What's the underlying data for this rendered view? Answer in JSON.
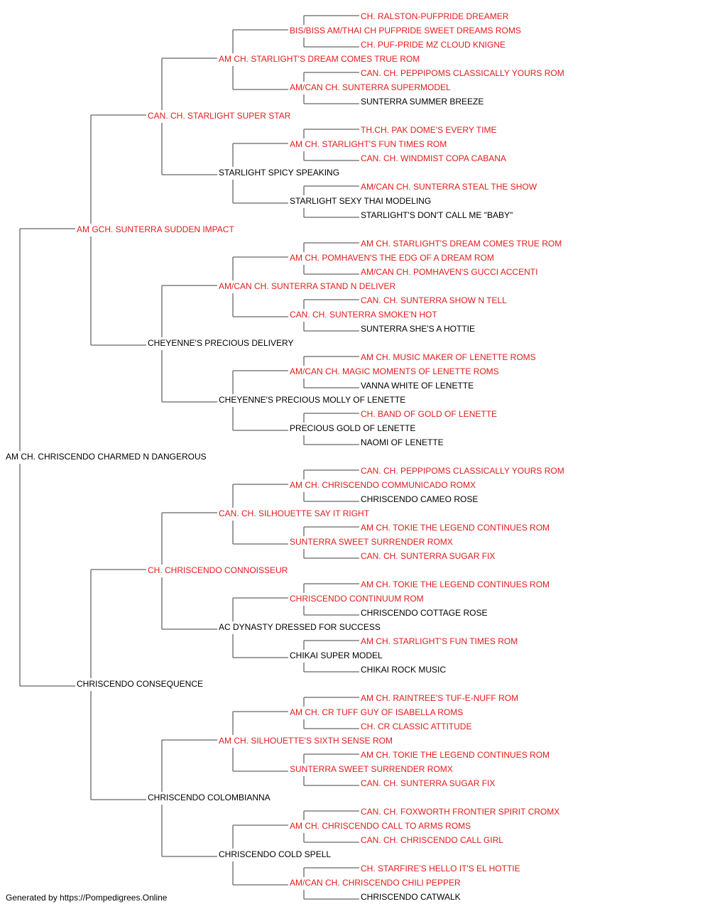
{
  "colors": {
    "champion": "#e31c1c",
    "regular": "#000000",
    "lines": "#666666"
  },
  "footer": "Generated by https://Pompedigrees.Online",
  "pedigree": [
    {
      "name": "AM CH. CHRISCENDO CHARMED N DANGEROUS",
      "champion": false
    },
    {
      "name": "AM GCH. SUNTERRA SUDDEN IMPACT",
      "champion": true
    },
    {
      "name": "CHRISCENDO CONSEQUENCE",
      "champion": false
    },
    {
      "name": "CAN. CH. STARLIGHT SUPER STAR",
      "champion": true
    },
    {
      "name": "CHEYENNE'S PRECIOUS DELIVERY",
      "champion": false
    },
    {
      "name": "CH. CHRISCENDO CONNOISSEUR",
      "champion": true
    },
    {
      "name": "CHRISCENDO COLOMBIANNA",
      "champion": false
    },
    {
      "name": "AM CH. STARLIGHT'S DREAM COMES TRUE ROM",
      "champion": true
    },
    {
      "name": "STARLIGHT SPICY SPEAKING",
      "champion": false
    },
    {
      "name": "AM/CAN CH. SUNTERRA STAND N DELIVER",
      "champion": true
    },
    {
      "name": "CHEYENNE'S PRECIOUS MOLLY OF LENETTE",
      "champion": false
    },
    {
      "name": "CAN. CH. SILHOUETTE SAY IT RIGHT",
      "champion": true
    },
    {
      "name": "AC DYNASTY DRESSED FOR SUCCESS",
      "champion": false
    },
    {
      "name": "AM CH. SILHOUETTE'S SIXTH SENSE ROM",
      "champion": true
    },
    {
      "name": "CHRISCENDO COLD SPELL",
      "champion": false
    },
    {
      "name": "BIS/BISS AM/THAI CH PUFPRIDE SWEET DREAMS ROMS",
      "champion": true
    },
    {
      "name": "AM/CAN CH. SUNTERRA SUPERMODEL",
      "champion": true
    },
    {
      "name": "AM CH. STARLIGHT'S FUN TIMES ROM",
      "champion": true
    },
    {
      "name": "STARLIGHT SEXY THAI MODELING",
      "champion": false
    },
    {
      "name": "AM CH. POMHAVEN'S THE EDG OF A DREAM ROM",
      "champion": true
    },
    {
      "name": "CAN. CH. SUNTERRA SMOKE'N HOT",
      "champion": true
    },
    {
      "name": "AM/CAN CH. MAGIC MOMENTS OF LENETTE ROMS",
      "champion": true
    },
    {
      "name": "PRECIOUS GOLD OF LENETTE",
      "champion": false
    },
    {
      "name": "AM CH. CHRISCENDO COMMUNICADO ROMX",
      "champion": true
    },
    {
      "name": "SUNTERRA SWEET SURRENDER ROMX",
      "champion": true
    },
    {
      "name": "CHRISCENDO CONTINUUM ROM",
      "champion": true
    },
    {
      "name": "CHIKAI SUPER MODEL",
      "champion": false
    },
    {
      "name": "AM CH. CR TUFF GUY OF ISABELLA ROMS",
      "champion": true
    },
    {
      "name": "SUNTERRA SWEET SURRENDER ROMX",
      "champion": true
    },
    {
      "name": "AM CH. CHRISCENDO CALL TO ARMS ROMS",
      "champion": true
    },
    {
      "name": "AM/CAN CH. CHRISCENDO CHILI PEPPER",
      "champion": true
    },
    {
      "name": "CH. RALSTON-PUFPRIDE DREAMER",
      "champion": true
    },
    {
      "name": "CH. PUF-PRIDE MZ CLOUD KNIGNE",
      "champion": true
    },
    {
      "name": "CAN. CH. PEPPIPOMS CLASSICALLY YOURS ROM",
      "champion": true
    },
    {
      "name": "SUNTERRA SUMMER BREEZE",
      "champion": false
    },
    {
      "name": "TH.CH. PAK DOME'S EVERY TIME",
      "champion": true
    },
    {
      "name": "CAN. CH. WINDMIST COPA CABANA",
      "champion": true
    },
    {
      "name": "AM/CAN CH. SUNTERRA STEAL THE SHOW",
      "champion": true
    },
    {
      "name": "STARLIGHT'S DON'T CALL ME \"BABY\"",
      "champion": false
    },
    {
      "name": "AM CH. STARLIGHT'S DREAM COMES TRUE ROM",
      "champion": true
    },
    {
      "name": "AM/CAN CH. POMHAVEN'S GUCCI ACCENTI",
      "champion": true
    },
    {
      "name": "CAN. CH. SUNTERRA SHOW N TELL",
      "champion": true
    },
    {
      "name": "SUNTERRA SHE'S A HOTTIE",
      "champion": false
    },
    {
      "name": "AM CH. MUSIC MAKER OF LENETTE ROMS",
      "champion": true
    },
    {
      "name": "VANNA WHITE OF LENETTE",
      "champion": false
    },
    {
      "name": "CH. BAND OF GOLD OF LENETTE",
      "champion": true
    },
    {
      "name": "NAOMI OF LENETTE",
      "champion": false
    },
    {
      "name": "CAN. CH. PEPPIPOMS CLASSICALLY YOURS ROM",
      "champion": true
    },
    {
      "name": "CHRISCENDO CAMEO ROSE",
      "champion": false
    },
    {
      "name": "AM CH. TOKIE THE LEGEND CONTINUES ROM",
      "champion": true
    },
    {
      "name": "CAN. CH. SUNTERRA SUGAR FIX",
      "champion": true
    },
    {
      "name": "AM CH. TOKIE THE LEGEND CONTINUES ROM",
      "champion": true
    },
    {
      "name": "CHRISCENDO COTTAGE ROSE",
      "champion": false
    },
    {
      "name": "AM CH. STARLIGHT'S FUN TIMES ROM",
      "champion": true
    },
    {
      "name": "CHIKAI ROCK MUSIC",
      "champion": false
    },
    {
      "name": "AM CH. RAINTREE'S TUF-E-NUFF ROM",
      "champion": true
    },
    {
      "name": "CH. CR CLASSIC ATTITUDE",
      "champion": true
    },
    {
      "name": "AM CH. TOKIE THE LEGEND CONTINUES ROM",
      "champion": true
    },
    {
      "name": "CAN. CH. SUNTERRA SUGAR FIX",
      "champion": true
    },
    {
      "name": "CAN. CH. FOXWORTH FRONTIER SPIRIT CROMX",
      "champion": true
    },
    {
      "name": "CAN. CH. CHRISCENDO CALL GIRL",
      "champion": true
    },
    {
      "name": "CH. STARFIRE'S HELLO IT'S EL HOTTIE",
      "champion": true
    },
    {
      "name": "CHRISCENDO CATWALK",
      "champion": false
    }
  ]
}
